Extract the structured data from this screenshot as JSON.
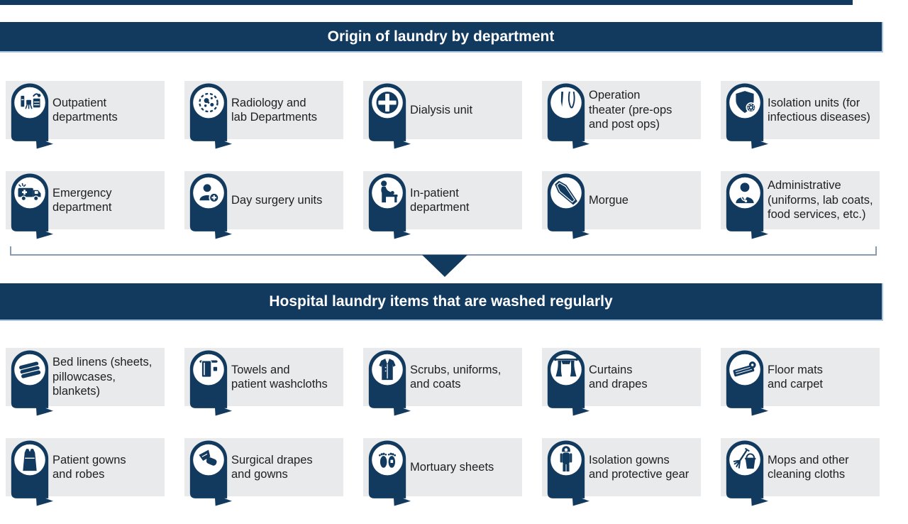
{
  "colors": {
    "navy": "#123a5f",
    "card_bg": "#e8eaec",
    "light_blue_border": "#a6c4df",
    "bracket_line": "#8b9bad",
    "text": "#1f1f22",
    "header_text": "#ffffff"
  },
  "connector": {
    "shape": "bracket-with-down-arrow"
  },
  "sections": [
    {
      "title": "Origin of laundry by department",
      "rows": [
        {
          "items": [
            {
              "label": "Outpatient\ndepartments",
              "icon": "clinic-desk-icon"
            },
            {
              "label": "Radiology and\nlab Departments",
              "icon": "lab-microbes-icon"
            },
            {
              "label": "Dialysis unit",
              "icon": "medical-cross-icon"
            },
            {
              "label": "Operation\ntheater (pre-ops\nand post ops)",
              "icon": "surgical-instruments-icon"
            },
            {
              "label": "Isolation units (for\ninfectious diseases)",
              "icon": "shield-virus-icon"
            }
          ]
        },
        {
          "items": [
            {
              "label": "Emergency\ndepartment",
              "icon": "ambulance-icon"
            },
            {
              "label": "Day surgery units",
              "icon": "patient-plus-icon"
            },
            {
              "label": "In-patient\ndepartment",
              "icon": "patient-care-icon"
            },
            {
              "label": "Morgue",
              "icon": "coffin-icon"
            },
            {
              "label": "Administrative\n(uniforms, lab coats,\nfood services, etc.)",
              "icon": "doctor-icon"
            }
          ]
        }
      ]
    },
    {
      "title": "Hospital laundry items that are washed regularly",
      "rows": [
        {
          "items": [
            {
              "label": "Bed linens (sheets,\npillowcases,\nblankets)",
              "icon": "folded-linens-icon"
            },
            {
              "label": "Towels and\npatient washcloths",
              "icon": "towel-icon"
            },
            {
              "label": "Scrubs, uniforms,\nand coats",
              "icon": "coat-icon"
            },
            {
              "label": "Curtains\nand drapes",
              "icon": "curtains-icon"
            },
            {
              "label": "Floor mats\nand carpet",
              "icon": "floor-mat-icon"
            }
          ]
        },
        {
          "items": [
            {
              "label": "Patient gowns\nand robes",
              "icon": "gown-icon"
            },
            {
              "label": "Surgical drapes\nand gowns",
              "icon": "hand-drape-icon"
            },
            {
              "label": "Mortuary sheets",
              "icon": "feet-icon"
            },
            {
              "label": "Isolation gowns\nand protective gear",
              "icon": "protective-suit-icon"
            },
            {
              "label": "Mops and other\ncleaning cloths",
              "icon": "mop-bucket-icon"
            }
          ]
        }
      ]
    }
  ]
}
